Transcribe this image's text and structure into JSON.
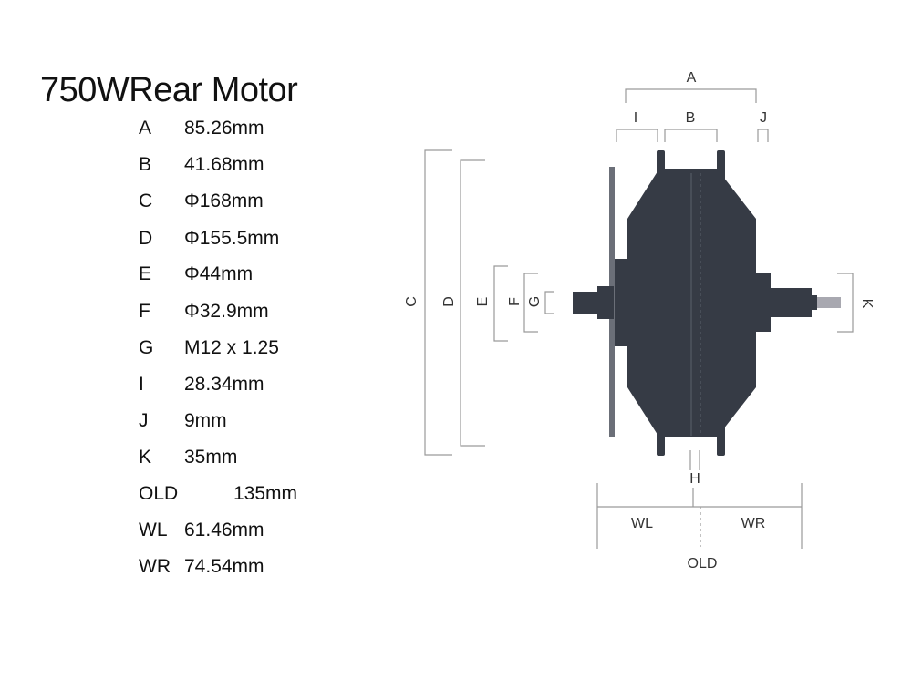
{
  "title": "750WRear Motor",
  "specs": [
    {
      "key": "A",
      "value": "85.26mm"
    },
    {
      "key": "B",
      "value": "41.68mm"
    },
    {
      "key": "C",
      "value": "Φ168mm"
    },
    {
      "key": "D",
      "value": "Φ155.5mm"
    },
    {
      "key": "E",
      "value": "Φ44mm"
    },
    {
      "key": "F",
      "value": "Φ32.9mm"
    },
    {
      "key": "G",
      "value": "M12 x 1.25"
    },
    {
      "key": "I",
      "value": "28.34mm"
    },
    {
      "key": "J",
      "value": "9mm"
    },
    {
      "key": "K",
      "value": "35mm"
    },
    {
      "key": "OLD",
      "value": "135mm"
    },
    {
      "key": "WL",
      "value": "61.46mm"
    },
    {
      "key": "WR",
      "value": "74.54mm"
    }
  ],
  "diagram_labels": {
    "a": "A",
    "b": "B",
    "i": "I",
    "j": "J",
    "c": "C",
    "d": "D",
    "e": "E",
    "f": "F",
    "g": "G",
    "k": "K",
    "h": "H",
    "wl": "WL",
    "wr": "WR",
    "old": "OLD"
  },
  "colors": {
    "motor_body": "#363b45",
    "dimension_line": "#9a9a9a",
    "axle_tip": "#a8a8b0"
  }
}
